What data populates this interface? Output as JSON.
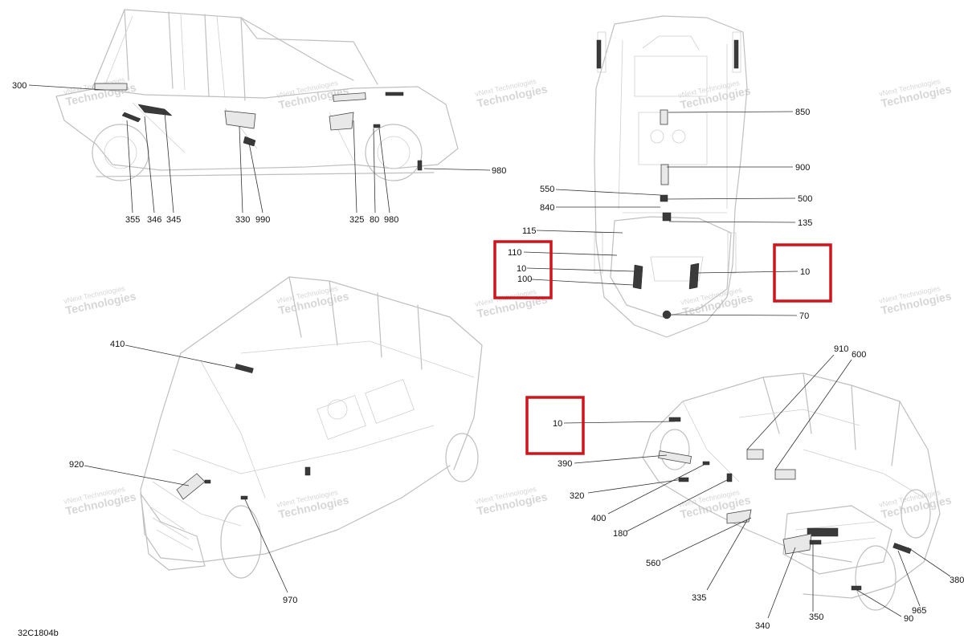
{
  "figure_ref": "32C1804b",
  "watermark": {
    "line1": "vNext Technologies",
    "line2": "Technologies"
  },
  "highlight_color": "#d0141b",
  "views": {
    "side_view": {
      "callouts": [
        "300",
        "355",
        "346",
        "345",
        "330",
        "990",
        "325",
        "80",
        "980",
        "980"
      ]
    },
    "top_view": {
      "callouts": [
        "850",
        "900",
        "550",
        "500",
        "840",
        "135",
        "115",
        "110",
        "10",
        "100",
        "10",
        "70"
      ]
    },
    "front_iso_view": {
      "callouts": [
        "410",
        "920",
        "970"
      ]
    },
    "rear_iso_view": {
      "callouts": [
        "910",
        "600",
        "10",
        "390",
        "320",
        "400",
        "180",
        "560",
        "335",
        "340",
        "350",
        "90",
        "965",
        "380"
      ]
    }
  }
}
